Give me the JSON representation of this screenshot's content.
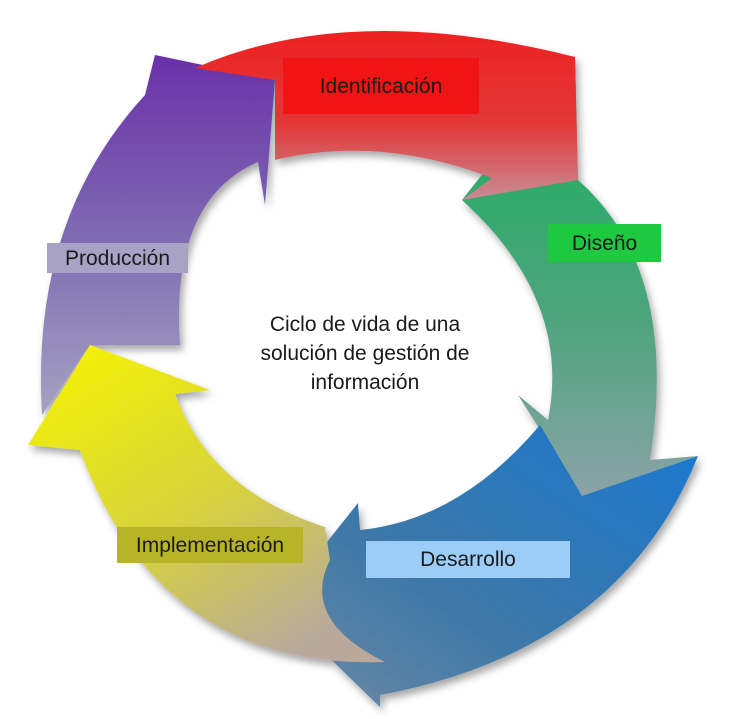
{
  "diagram": {
    "center_title": "Ciclo de vida de una\nsolución de gestión de\ninformación",
    "stages": [
      {
        "label": "Identificación",
        "color": "#e41b1b"
      },
      {
        "label": "Diseño",
        "color": "#1aa85a"
      },
      {
        "label": "Desarrollo",
        "color": "#1f6fbe"
      },
      {
        "label": "Implementación",
        "color": "#f4f000"
      },
      {
        "label": "Producción",
        "color": "#6c3aa6"
      }
    ]
  }
}
